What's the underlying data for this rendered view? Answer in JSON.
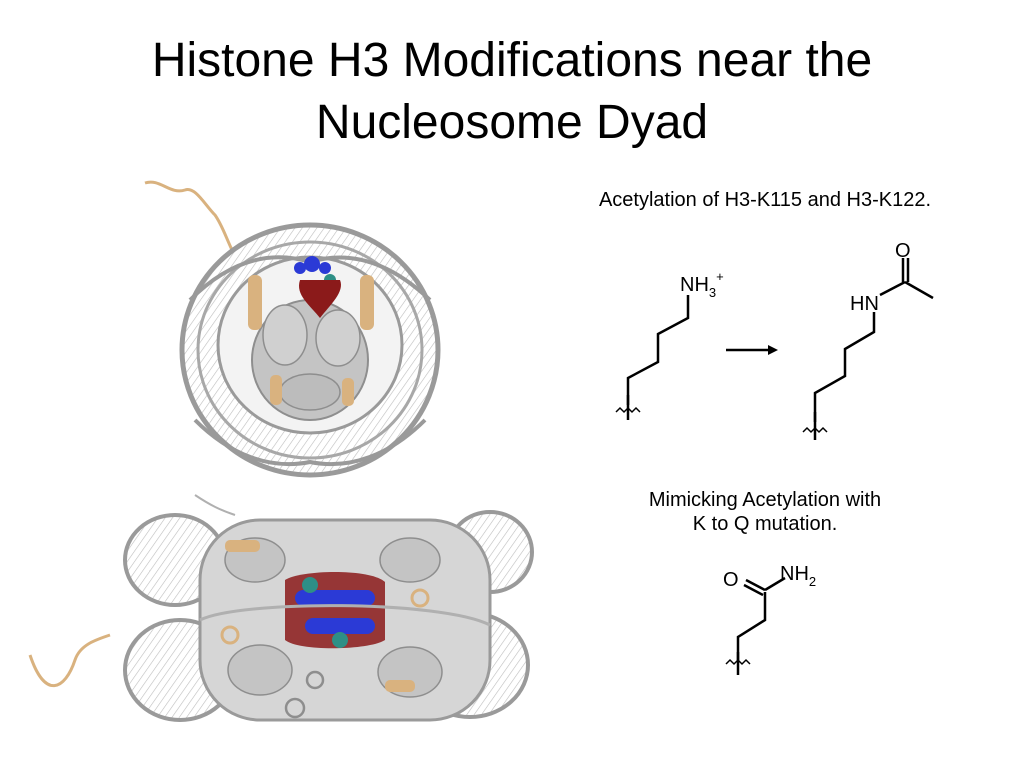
{
  "slide": {
    "title_line1": "Histone H3 Modifications near the",
    "title_line2": "Nucleosome Dyad"
  },
  "acetylation": {
    "caption": "Acetylation of H3-K115 and H3-K122.",
    "lysine_label": "NH",
    "lysine_sub": "3",
    "lysine_sup": "+",
    "acetyl_o": "O",
    "acetyl_hn": "HN"
  },
  "mimic": {
    "caption_line1": "Mimicking Acetylation with",
    "caption_line2": "K to Q mutation.",
    "gln_o": "O",
    "gln_nh": "NH",
    "gln_sub": "2"
  },
  "colors": {
    "dna": "#9a9a9a",
    "histone": "#c4c4c4",
    "h3_tail": "#d9b27f",
    "mod_blue": "#2b3ad6",
    "mod_teal": "#2e8f86",
    "mod_red": "#8b1a1a"
  }
}
